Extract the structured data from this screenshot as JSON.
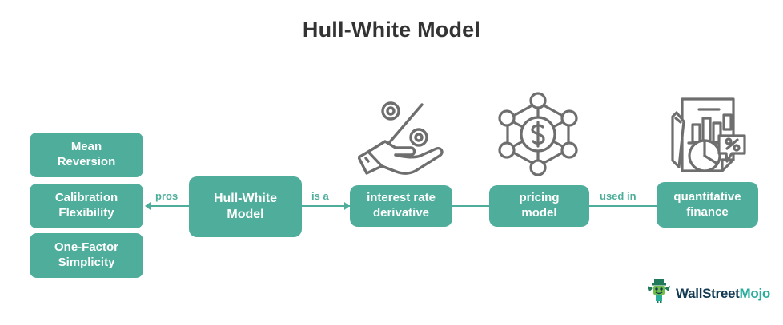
{
  "title": "Hull-White Model",
  "theme": {
    "box_fill": "#4FAE9B",
    "box_text": "#FFFFFF",
    "connector": "#4FAE9B",
    "title_color": "#333333",
    "background": "#FFFFFF",
    "icon_stroke": "#6E6E6E"
  },
  "pros_column": {
    "items": [
      {
        "label": "Mean\nReversion",
        "line1": "Mean",
        "line2": "Reversion"
      },
      {
        "label": "Calibration\nFlexibility",
        "line1": "Calibration",
        "line2": "Flexibility"
      },
      {
        "label": "One-Factor\nSimplicity",
        "line1": "One-Factor",
        "line2": "Simplicity"
      }
    ]
  },
  "flow": {
    "nodes": [
      {
        "id": "hull-white-model",
        "line1": "Hull-White",
        "line2": "Model"
      },
      {
        "id": "interest-rate-derivative",
        "line1": "interest rate",
        "line2": "derivative"
      },
      {
        "id": "pricing-model",
        "line1": "pricing",
        "line2": "model"
      },
      {
        "id": "quantitative-finance",
        "line1": "quantitative",
        "line2": "finance"
      }
    ],
    "edges": [
      {
        "id": "pros",
        "label": "pros",
        "direction": "left",
        "arrowhead": true
      },
      {
        "id": "is-a",
        "label": "is a",
        "direction": "right",
        "arrowhead": true
      },
      {
        "id": "derivative-to-pricing",
        "label": "",
        "direction": "right",
        "arrowhead": false
      },
      {
        "id": "used-in",
        "label": "used in",
        "direction": "right",
        "arrowhead": false
      }
    ]
  },
  "icons": [
    {
      "id": "percent-hand-icon",
      "above": "interest-rate-derivative"
    },
    {
      "id": "dollar-network-icon",
      "above": "pricing-model"
    },
    {
      "id": "report-chart-icon",
      "above": "quantitative-finance"
    }
  ],
  "logo": {
    "part1": "WallStreet",
    "part2": "Mojo",
    "mascot": "wallstreetmojo-mascot-icon"
  }
}
